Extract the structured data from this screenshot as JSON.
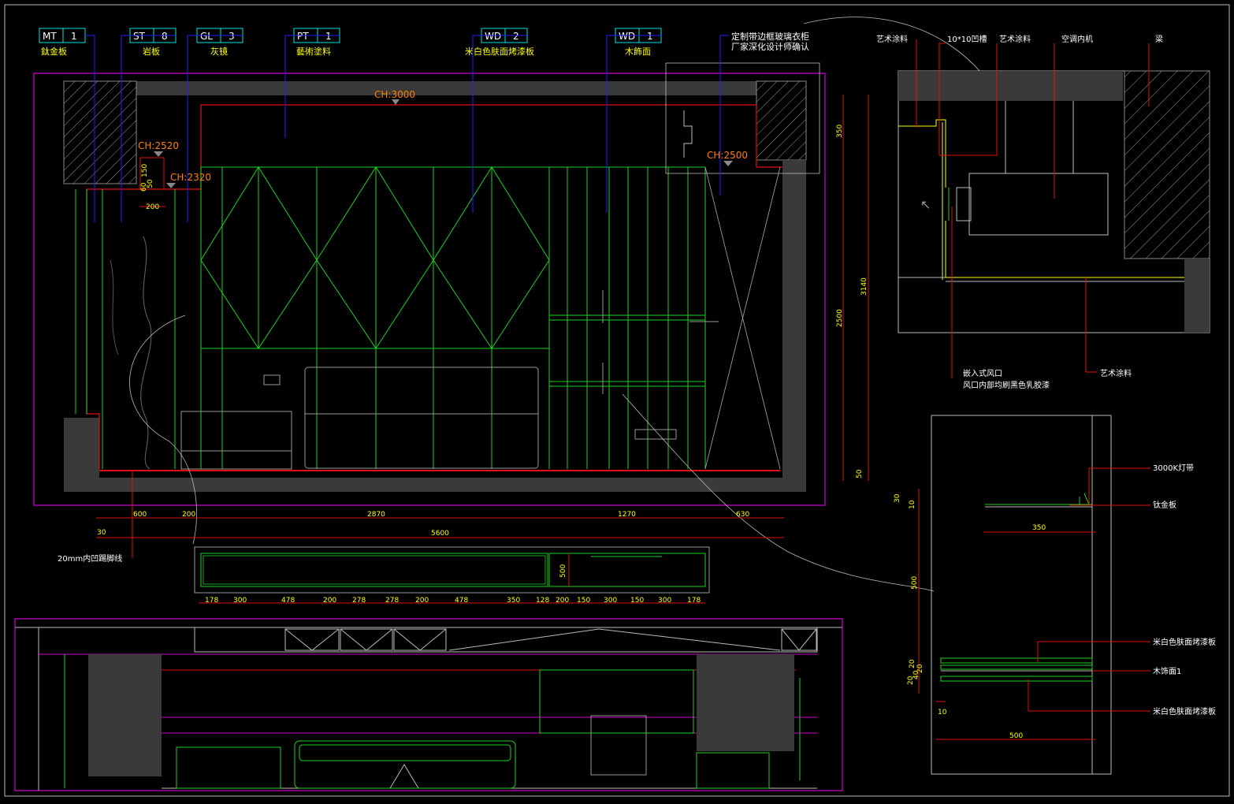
{
  "tags": [
    {
      "code": "MT",
      "num": "1",
      "label": "鈦金板"
    },
    {
      "code": "ST",
      "num": "8",
      "label": "岩板"
    },
    {
      "code": "GL",
      "num": "3",
      "label": "灰镜"
    },
    {
      "code": "PT",
      "num": "1",
      "label": "藝術塗料"
    },
    {
      "code": "WD",
      "num": "2",
      "label": "米白色肤面烤漆板"
    },
    {
      "code": "WD",
      "num": "1",
      "label": "木飾面"
    }
  ],
  "note_wardrobe": [
    "定制带边框玻璃衣柜",
    "厂家深化设计师确认"
  ],
  "ch_marks": [
    "CH:3000",
    "CH:2520",
    "CH:2320",
    "CH:2500"
  ],
  "small_dims": [
    "150",
    "50",
    "60",
    "200"
  ],
  "elev_dims_right": [
    "350",
    "2500",
    "3140",
    "50"
  ],
  "dims_row1": [
    "600",
    "200",
    "2870",
    "1270",
    "630"
  ],
  "dims_row2": [
    "30",
    "5600"
  ],
  "note_skirting": "20mm内凹踢脚线",
  "dims_strip_v": "500",
  "dims_strip": [
    "178",
    "300",
    "478",
    "200",
    "278",
    "278",
    "200",
    "478",
    "350",
    "128",
    "200",
    "150",
    "300",
    "150",
    "300",
    "178"
  ],
  "section_top_labels": [
    "艺术涂料",
    "10*10凹槽",
    "艺术涂料",
    "空调内机",
    "梁"
  ],
  "section_top_bottom_labels": {
    "vent": [
      "嵌入式风口",
      "风口内部均刷黑色乳胶漆"
    ],
    "paint": "艺术涂料"
  },
  "detail_labels": [
    "3000K灯带",
    "钛金板",
    "米白色肤面烤漆板",
    "木饰面1",
    "米白色肤面烤漆板"
  ],
  "detail_dims": {
    "v_top": [
      "30",
      "10"
    ],
    "h_top": "350",
    "v_mid": "500",
    "v_bot": [
      "20",
      "20",
      "40",
      "20"
    ],
    "h_bot_small": "10",
    "h_bot": "500"
  }
}
